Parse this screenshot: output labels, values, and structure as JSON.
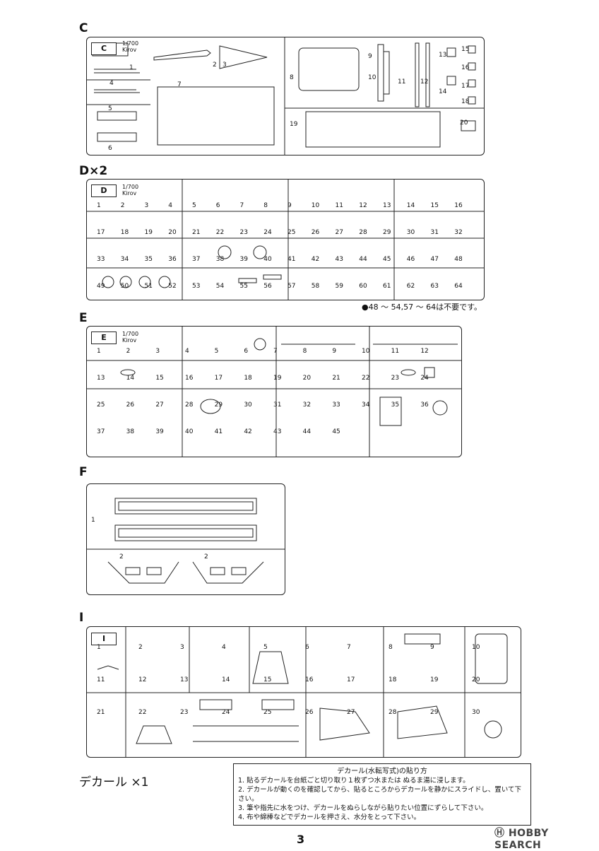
{
  "sections": {
    "C": {
      "title": "C",
      "label": "C",
      "scale": "1/700",
      "ship": "Kirov",
      "numbers": [
        "1",
        "2",
        "3",
        "4",
        "5",
        "6",
        "7",
        "8",
        "9",
        "10",
        "11",
        "12",
        "13",
        "14",
        "15",
        "16",
        "17",
        "18",
        "19",
        "20"
      ]
    },
    "D": {
      "title": "D×2",
      "label": "D",
      "scale": "1/700",
      "ship": "Kirov",
      "numbers": [
        "1",
        "2",
        "3",
        "4",
        "5",
        "6",
        "7",
        "8",
        "9",
        "10",
        "11",
        "12",
        "13",
        "14",
        "15",
        "16",
        "17",
        "18",
        "19",
        "20",
        "21",
        "22",
        "23",
        "24",
        "25",
        "26",
        "27",
        "28",
        "29",
        "30",
        "31",
        "32",
        "33",
        "34",
        "35",
        "36",
        "37",
        "38",
        "39",
        "40",
        "41",
        "42",
        "43",
        "44",
        "45",
        "46",
        "47",
        "48",
        "49",
        "50",
        "51",
        "52",
        "53",
        "54",
        "55",
        "56",
        "57",
        "58",
        "59",
        "60",
        "61",
        "62",
        "63",
        "64"
      ],
      "note": "●48 ～ 54,57 ～ 64は不要です。"
    },
    "E": {
      "title": "E",
      "label": "E",
      "scale": "1/700",
      "ship": "Kirov",
      "numbers": [
        "1",
        "2",
        "3",
        "4",
        "5",
        "6",
        "7",
        "8",
        "9",
        "10",
        "11",
        "12",
        "13",
        "14",
        "15",
        "16",
        "17",
        "18",
        "19",
        "20",
        "21",
        "22",
        "23",
        "24",
        "25",
        "26",
        "27",
        "28",
        "29",
        "30",
        "31",
        "32",
        "33",
        "34",
        "35",
        "36",
        "37",
        "38",
        "39",
        "40",
        "41",
        "42",
        "43",
        "44",
        "45"
      ]
    },
    "F": {
      "title": "F",
      "numbers": [
        "1",
        "2"
      ]
    },
    "I": {
      "title": "I",
      "label": "I",
      "numbers": [
        "1",
        "2",
        "3",
        "4",
        "5",
        "6",
        "7",
        "8",
        "9",
        "10",
        "11",
        "12",
        "13",
        "14",
        "15",
        "16",
        "17",
        "18",
        "19",
        "20",
        "21",
        "22",
        "23",
        "24",
        "25",
        "26",
        "27",
        "28",
        "29",
        "30"
      ]
    }
  },
  "decal": {
    "title": "デカール ×1",
    "heading": "デカール(水転写式)の貼り方",
    "steps": [
      "1. 貼るデカールを台紙ごと切り取り１枚ずつ水または ぬるま湯に浸します。",
      "2. デカールが動くのを確認してから、貼るところからデカールを静かにスライドし、置いて下さい。",
      "3. 筆や指先に水をつけ、デカールをぬらしながら貼りたい位置にずらして下さい。",
      "4. 布や綿棒などでデカールを押さえ、水分をとって下さい。"
    ]
  },
  "page_number": "3",
  "watermark": "Ⓗ HOBBY SEARCH"
}
